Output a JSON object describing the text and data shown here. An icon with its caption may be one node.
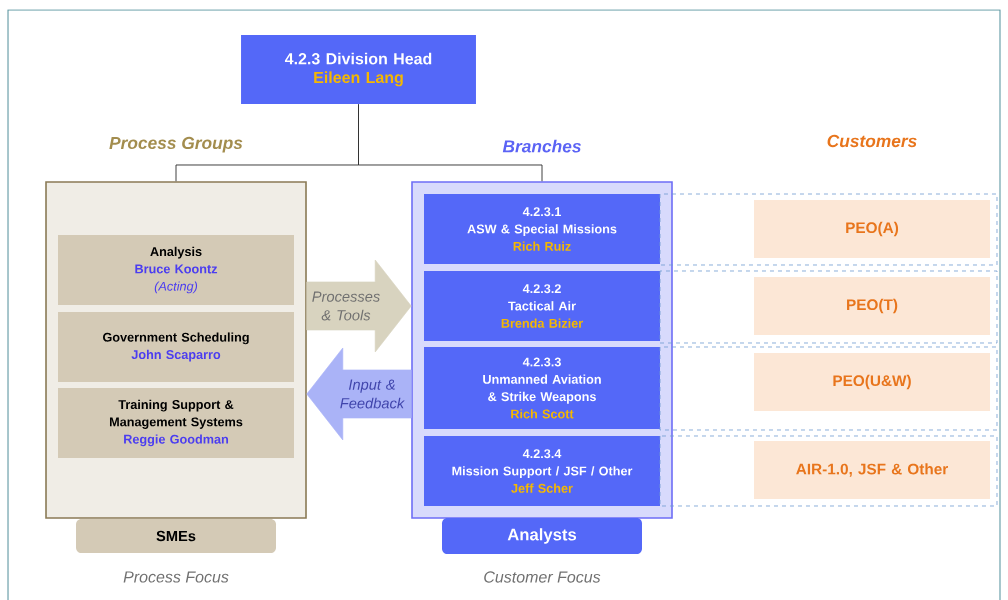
{
  "diagram": {
    "nodes": [
      {
        "text": [
          "4.2.3 Division Head",
          "Eileen Lang"
        ]
      },
      {
        "text": [
          "Process Groups"
        ]
      },
      {
        "text": [
          "Analysis",
          "Bruce Koontz",
          "(Acting)"
        ],
        "in": 1
      },
      {
        "text": [
          "Government Scheduling",
          "John Scaparro"
        ],
        "in": 1
      },
      {
        "text": [
          "Training Support & Management Systems",
          "Reggie Goodman"
        ],
        "in": 1
      },
      {
        "text": [
          "SMEs"
        ]
      },
      {
        "text": [
          "Branches"
        ]
      },
      {
        "text": [
          "4.2.3.1",
          "ASW & Special Missions",
          "Rich Ruiz"
        ],
        "in": 6
      },
      {
        "text": [
          "4.2.3.2",
          "Tactical Air",
          "Brenda Bizier"
        ],
        "in": 6
      },
      {
        "text": [
          "4.2.3.3",
          "Unmanned Aviation & Strike Weapons",
          "Rich Scott"
        ],
        "in": 6
      },
      {
        "text": [
          "4.2.3.4",
          "Mission Support / JSF / Other",
          "Jeff Scher"
        ],
        "in": 6
      },
      {
        "text": [
          "Analysts"
        ]
      },
      {
        "text": [
          "PEO(A)"
        ]
      },
      {
        "text": [
          "PEO(T)"
        ]
      },
      {
        "text": [
          "PEO(U&W)"
        ]
      },
      {
        "text": [
          "AIR-1.0, JSF & Other"
        ]
      }
    ],
    "edges": [
      {
        "from": 0,
        "to": 1,
        "arrow": "none"
      },
      {
        "from": 0,
        "to": 6,
        "arrow": "none"
      },
      {
        "from": 1,
        "to": 6,
        "arrow": "to",
        "label": "Processes & Tools",
        "style": "thick",
        "color": "#d8d3bf"
      },
      {
        "from": 6,
        "to": 1,
        "arrow": "to",
        "label": "Input & Feedback",
        "style": "thick",
        "color": "#aab3f7"
      }
    ],
    "labels": [
      "Customers",
      "Process Focus",
      "Customer Focus"
    ]
  }
}
